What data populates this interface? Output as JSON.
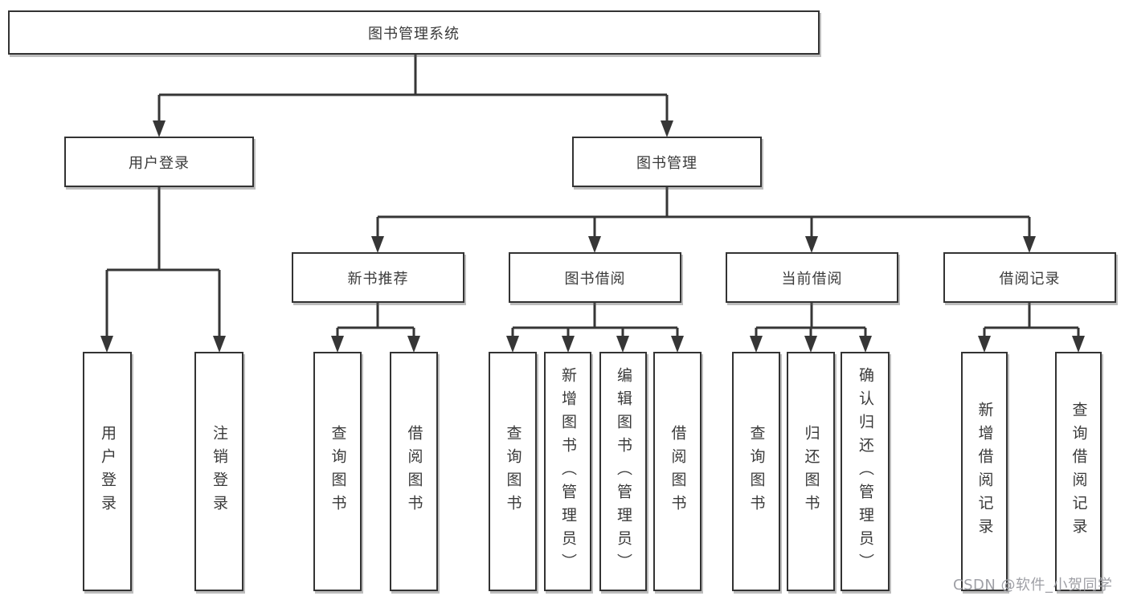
{
  "colors": {
    "line": "#363636",
    "box_border": "#333333",
    "text": "#3a3a3a",
    "watermark": "#9fa0a6",
    "background": "#ffffff"
  },
  "tree": {
    "root": {
      "label": "图书管理系统",
      "children": [
        {
          "label": "用户登录",
          "children": [
            {
              "label": "用户登录"
            },
            {
              "label": "注销登录"
            }
          ]
        },
        {
          "label": "图书管理",
          "children": [
            {
              "label": "新书推荐",
              "children": [
                {
                  "label": "查询图书"
                },
                {
                  "label": "借阅图书"
                }
              ]
            },
            {
              "label": "图书借阅",
              "children": [
                {
                  "label": "查询图书"
                },
                {
                  "label": "新增图书（管理员）"
                },
                {
                  "label": "编辑图书（管理员）"
                },
                {
                  "label": "借阅图书"
                }
              ]
            },
            {
              "label": "当前借阅",
              "children": [
                {
                  "label": "查询图书"
                },
                {
                  "label": "归还图书"
                },
                {
                  "label": "确认归还（管理员）"
                }
              ]
            },
            {
              "label": "借阅记录",
              "children": [
                {
                  "label": "新增借阅记录"
                },
                {
                  "label": "查询借阅记录"
                }
              ]
            }
          ]
        }
      ]
    }
  },
  "watermark": {
    "text": "CSDN @软件_小贺同学"
  }
}
